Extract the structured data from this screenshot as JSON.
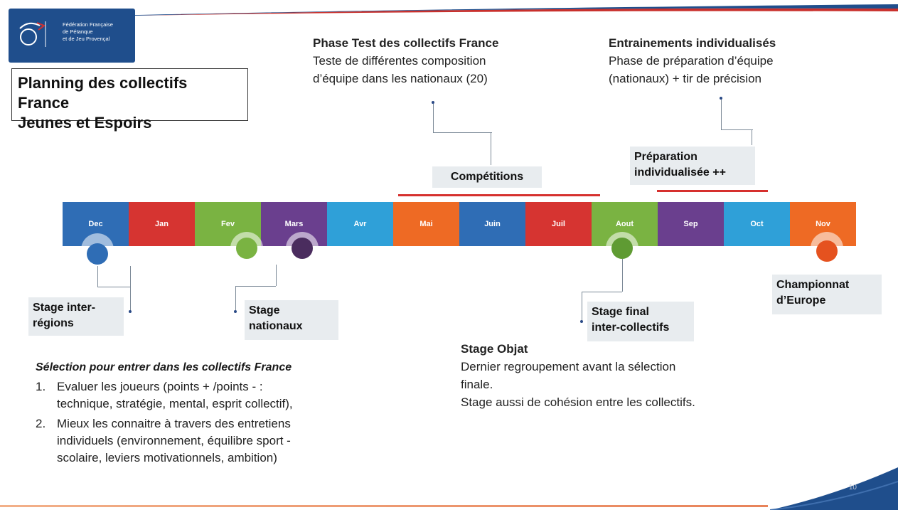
{
  "logo": {
    "lines": [
      "Fédération Française",
      "de Pétanque",
      "et de Jeu Provençal"
    ]
  },
  "title": {
    "line1": "Planning des collectifs France",
    "line2": "Jeunes et Espoirs"
  },
  "phase_test": {
    "heading": "Phase Test des collectifs France",
    "line1": "Teste de différentes composition",
    "line2": "d’équipe dans les nationaux (20)"
  },
  "entrainements": {
    "heading": "Entrainements individualisés",
    "line1": "Phase de préparation d’équipe",
    "line2": "(nationaux) + tir de précision"
  },
  "labels": {
    "competitions": "Compétitions",
    "preparation_line1": "Préparation",
    "preparation_line2": "individualisée ++",
    "stage_inter_line1": "Stage inter-",
    "stage_inter_line2": "régions",
    "stage_nationaux_line1": "Stage",
    "stage_nationaux_line2": "nationaux",
    "stage_final_line1": "Stage final",
    "stage_final_line2": "inter-collectifs",
    "championnat_line1": "Championnat",
    "championnat_line2": "d’Europe"
  },
  "months": [
    {
      "label": "Dec",
      "color": "#2f6db5"
    },
    {
      "label": "Jan",
      "color": "#d63431"
    },
    {
      "label": "Fev",
      "color": "#7ab342"
    },
    {
      "label": "Mars",
      "color": "#6a3f8e"
    },
    {
      "label": "Avr",
      "color": "#2fa0d8"
    },
    {
      "label": "Mai",
      "color": "#ee6a24"
    },
    {
      "label": "Juin",
      "color": "#2f6db5"
    },
    {
      "label": "Juil",
      "color": "#d63431"
    },
    {
      "label": "Aout",
      "color": "#7ab342"
    },
    {
      "label": "Sep",
      "color": "#6a3f8e"
    },
    {
      "label": "Oct",
      "color": "#2fa0d8"
    },
    {
      "label": "Nov",
      "color": "#ee6a24"
    }
  ],
  "stage_objat": {
    "heading": "Stage Objat",
    "line1": "Dernier regroupement avant la sélection",
    "line2": "finale.",
    "line3": "Stage aussi de cohésion entre les collectifs."
  },
  "selection": {
    "title": "Sélection pour entrer dans les collectifs France",
    "items": [
      {
        "num": "1.",
        "line1": "Evaluer les joueurs (points + /points  - :",
        "line2": "technique, stratégie, mental, esprit collectif),"
      },
      {
        "num": "2.",
        "line1": "Mieux les connaitre à travers des entretiens",
        "line2": "individuels (environnement, équilibre sport  -",
        "line3": "scolaire, leviers motivationnels, ambition)"
      }
    ]
  },
  "page_number": "10",
  "colors": {
    "accent_red": "#d6302e",
    "brand_blue": "#1f4e8c",
    "label_bg": "#e8ecef"
  }
}
